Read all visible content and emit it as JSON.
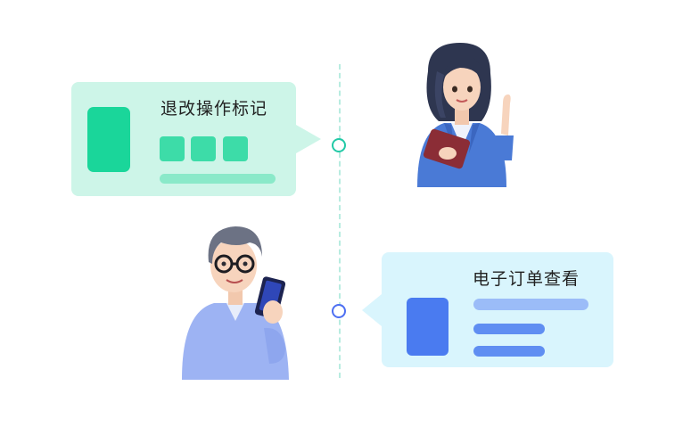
{
  "cards": [
    {
      "title": "退改操作标记",
      "accent": "#1ad69a",
      "background": "#cdf5e8"
    },
    {
      "title": "电子订单查看",
      "accent": "#4a7bf0",
      "background": "#d9f5fd"
    }
  ],
  "timeline": {
    "nodes": [
      "teal-node",
      "blue-node"
    ],
    "line_color": "#b8ece0"
  },
  "illustrations": [
    {
      "name": "woman-with-clipboard",
      "description_icon": "businesswoman-avatar"
    },
    {
      "name": "man-with-phone",
      "description_icon": "man-with-glasses-avatar"
    }
  ]
}
